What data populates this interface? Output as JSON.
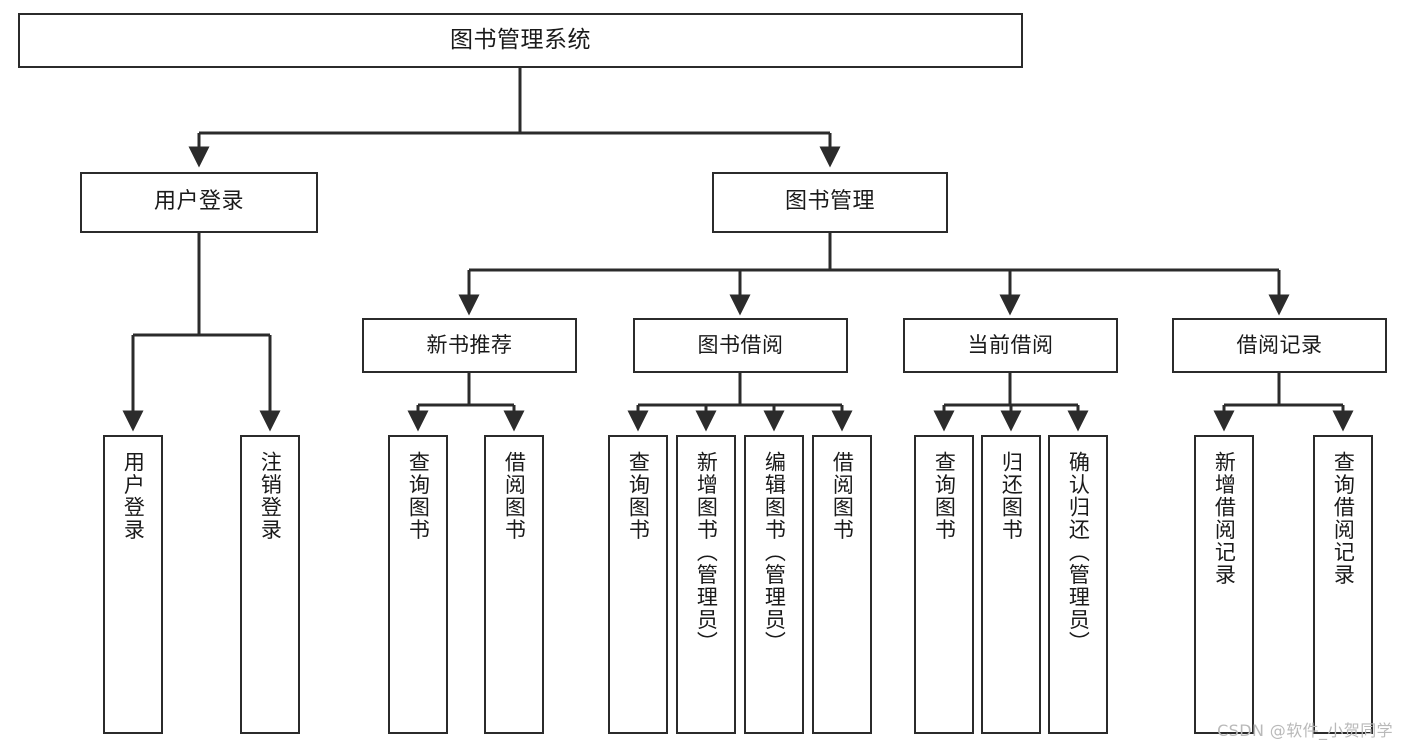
{
  "diagram": {
    "type": "tree",
    "title": "图书管理系统",
    "watermark": "CSDN @软件_小贺同学",
    "colors": {
      "background": "#ffffff",
      "box_border": "#2b2b2b",
      "box_fill": "#ffffff",
      "connector": "#2b2b2b",
      "text": "#1a1a1a",
      "watermark": "#b9b9b9"
    },
    "nodes": {
      "root": {
        "label": "图书管理系统"
      },
      "level2": [
        {
          "label": "用户登录"
        },
        {
          "label": "图书管理"
        }
      ],
      "level3": [
        {
          "label": "新书推荐"
        },
        {
          "label": "图书借阅"
        },
        {
          "label": "当前借阅"
        },
        {
          "label": "借阅记录"
        }
      ],
      "leaves": {
        "user_login": [
          {
            "label": "用户登录"
          },
          {
            "label": "注销登录"
          }
        ],
        "new_book_recommend": [
          {
            "label": "查询图书"
          },
          {
            "label": "借阅图书"
          }
        ],
        "book_borrow": [
          {
            "label": "查询图书"
          },
          {
            "label": "新增图书（管理员）"
          },
          {
            "label": "编辑图书（管理员）"
          },
          {
            "label": "借阅图书"
          }
        ],
        "current_borrow": [
          {
            "label": "查询图书"
          },
          {
            "label": "归还图书"
          },
          {
            "label": "确认归还（管理员）"
          }
        ],
        "borrow_record": [
          {
            "label": "新增借阅记录"
          },
          {
            "label": "查询借阅记录"
          }
        ]
      }
    }
  }
}
